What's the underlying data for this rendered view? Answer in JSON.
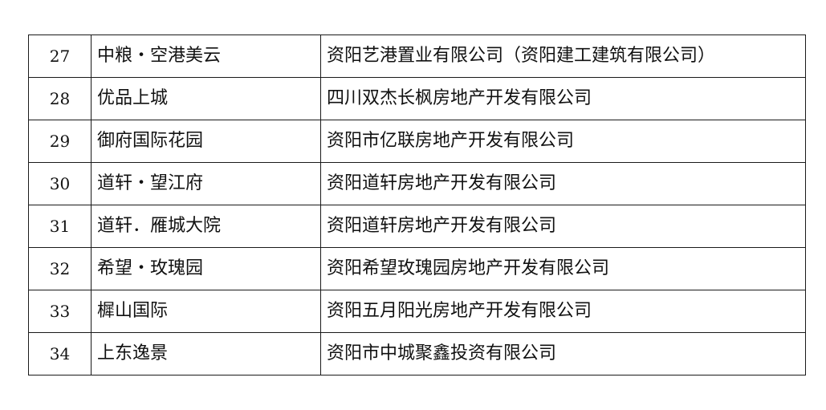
{
  "table": {
    "rows": [
      {
        "no": "27",
        "name": "中粮・空港美云",
        "company": "资阳艺港置业有限公司（资阳建工建筑有限公司）"
      },
      {
        "no": "28",
        "name": "优品上城",
        "company": "四川双杰长枫房地产开发有限公司"
      },
      {
        "no": "29",
        "name": "御府国际花园",
        "company": "资阳市亿联房地产开发有限公司"
      },
      {
        "no": "30",
        "name": "道轩・望江府",
        "company": "资阳道轩房地产开发有限公司"
      },
      {
        "no": "31",
        "name": "道轩．雁城大院",
        "company": "资阳道轩房地产开发有限公司"
      },
      {
        "no": "32",
        "name": "希望・玫瑰园",
        "company": "资阳希望玫瑰园房地产开发有限公司"
      },
      {
        "no": "33",
        "name": "樨山国际",
        "company": "资阳五月阳光房地产开发有限公司"
      },
      {
        "no": "34",
        "name": "上东逸景",
        "company": "资阳市中城聚鑫投资有限公司"
      }
    ]
  }
}
